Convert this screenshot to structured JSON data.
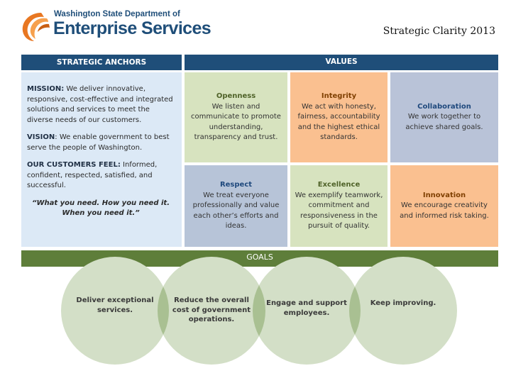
{
  "header": {
    "org_line1": "Washington State Department of",
    "org_line2": "Enterprise Services",
    "page_title": "Strategic Clarity 2013"
  },
  "strategic_anchors": {
    "heading": "STRATEGIC ANCHORS",
    "mission_label": "MISSION:",
    "mission_text": " We deliver innovative, responsive, cost-effective and integrated solutions and services to meet the diverse needs of our customers.",
    "vision_label": "VISION",
    "vision_text": ": We enable government to best serve the people of Washington.",
    "customers_label": "OUR CUSTOMERS FEEL:",
    "customers_text": "  Informed, confident, respected, satisfied, and successful.",
    "quote_line1": "“What you need. How you need it.",
    "quote_line2": "When you need it.”"
  },
  "values": {
    "heading": "VALUES",
    "items": [
      {
        "title": "Openness",
        "text": "We listen and communicate to promote understanding, transparency and trust."
      },
      {
        "title": "Integrity",
        "text": "We act with honesty, fairness, accountability and the highest ethical standards."
      },
      {
        "title": "Collaboration",
        "text": "We work together to achieve shared goals."
      },
      {
        "title": "Respect",
        "text": "We treat everyone professionally and value each other’s efforts and ideas."
      },
      {
        "title": "Excellence",
        "text": "We exemplify teamwork, commitment and responsiveness in the pursuit of quality."
      },
      {
        "title": "Innovation",
        "text": "We encourage creativity and informed risk taking."
      }
    ]
  },
  "goals": {
    "heading": "GOALS",
    "items": [
      {
        "text": "Deliver exceptional services."
      },
      {
        "text": "Reduce the overall cost of government operations."
      },
      {
        "text": "Engage and support employees."
      },
      {
        "text": "Keep improving."
      }
    ]
  },
  "colors": {
    "navy": "#1f4e79",
    "goals_green": "#5e7e3a",
    "circle_fill": "#d3dfc7",
    "circle_overlap": "#a9c092",
    "logo_orange": "#e87722"
  }
}
